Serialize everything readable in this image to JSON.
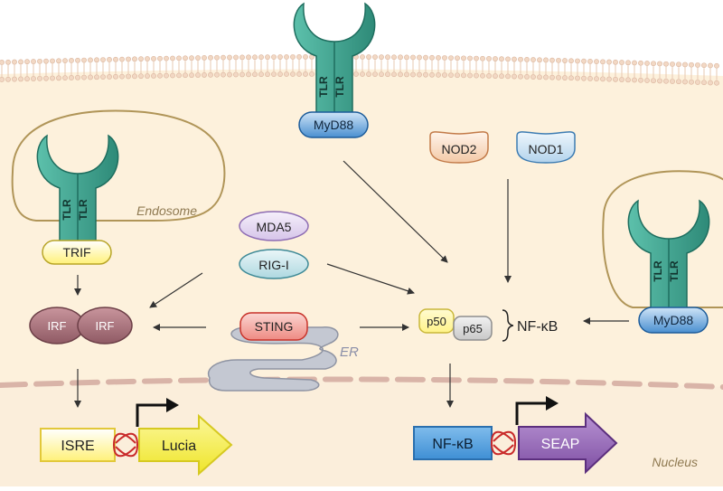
{
  "receptors": {
    "tlr_label": "TLR"
  },
  "adaptors": {
    "myd88_top": "MyD88",
    "myd88_right": "MyD88",
    "trif": "TRIF"
  },
  "sensors": {
    "nod2": "NOD2",
    "nod1": "NOD1",
    "mda5": "MDA5",
    "rig_i": "RIG-I",
    "sting": "STING"
  },
  "transcription": {
    "irf_1": "IRF",
    "irf_2": "IRF",
    "p50": "p50",
    "p65": "p65",
    "nfkb_complex": "NF-κB"
  },
  "compartments": {
    "endosome": "Endosome",
    "er": "ER",
    "nucleus": "Nucleus"
  },
  "reporters": {
    "isre": "ISRE",
    "lucia": "Lucia",
    "nfkb_promoter": "NF-κB",
    "seap": "SEAP"
  },
  "colors": {
    "cytoplasm": "#fdf1dc",
    "membrane_line": "#e7c8b2",
    "endosome_border": "#b09558",
    "tlr_teal": "#3a9e8b",
    "myd88_blue": "#4a8fd0",
    "trif_yellow": "#fff179",
    "nod2_orange": "#f3c9a6",
    "nod1_blue": "#b3d3ec",
    "mda5_purple": "#e0d2ee",
    "rig_teal": "#c4e4ea",
    "sting_red": "#f29b93",
    "irf_mauve": "#a8727c",
    "p50_yellow": "#fff388",
    "p65_gray": "#d5d5d5",
    "er_gray": "#c4c8d2",
    "isre_yellow": "#fff7c6",
    "lucia_yellow": "#f6ef3e",
    "nfkb_blue": "#5aa6e3",
    "seap_purple": "#9c6fbd",
    "linker_red": "#c92a2a",
    "nuclear_envelope": "#d9b4a8"
  }
}
